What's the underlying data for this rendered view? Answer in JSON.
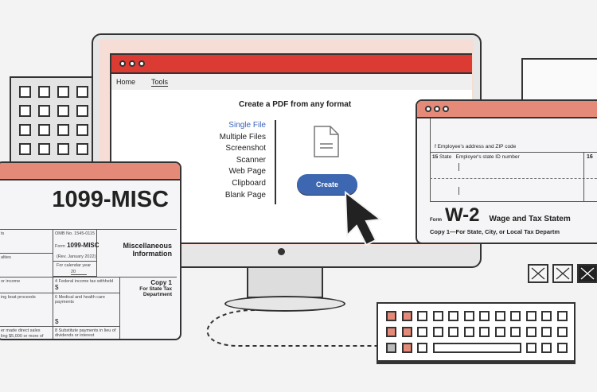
{
  "app_window": {
    "nav": {
      "home": "Home",
      "tools": "Tools"
    },
    "title": "Create a PDF from any format",
    "options": [
      "Single File",
      "Multiple Files",
      "Screenshot",
      "Scanner",
      "Web Page",
      "Clipboard",
      "Blank Page"
    ],
    "create_button": "Create",
    "icons": [
      "document-icon",
      "mouse-cursor-icon"
    ]
  },
  "form_1099": {
    "title": "1099-MISC",
    "omb": "OMB No. 1545-0115",
    "form_prefix": "Form",
    "form_name": "1099-MISC",
    "rev": "(Rev. January 2022)",
    "calendar": "For calendar year",
    "year": "20",
    "heading1": "Miscellaneous",
    "heading2": "Information",
    "copy": "Copy 1",
    "copy_dest1": "For State Tax",
    "copy_dest2": "Department",
    "left_labels": [
      "ts",
      "alties",
      "or income",
      "ing boat proceeds",
      "er made direct sales",
      "ling $5,000 or more of"
    ],
    "box4": "4 Federal income tax withheld",
    "box6": "6 Medical and health care payments",
    "box8": "8 Substitute payments in lieu of dividends or interest",
    "dollar": "$"
  },
  "form_w2": {
    "field_f": "f  Employee's address and ZIP code",
    "box15_num": "15",
    "box15_state": "State",
    "box15_id": "Employer's state ID number",
    "box16": "16",
    "form_prefix": "Form",
    "form_name": "W-2",
    "title": "Wage and Tax Statem",
    "copy": "Copy 1—For State, City, or Local Tax Departm"
  },
  "colors": {
    "red": "#db3b33",
    "salmon": "#e58a78",
    "blue": "#3d67b1"
  }
}
